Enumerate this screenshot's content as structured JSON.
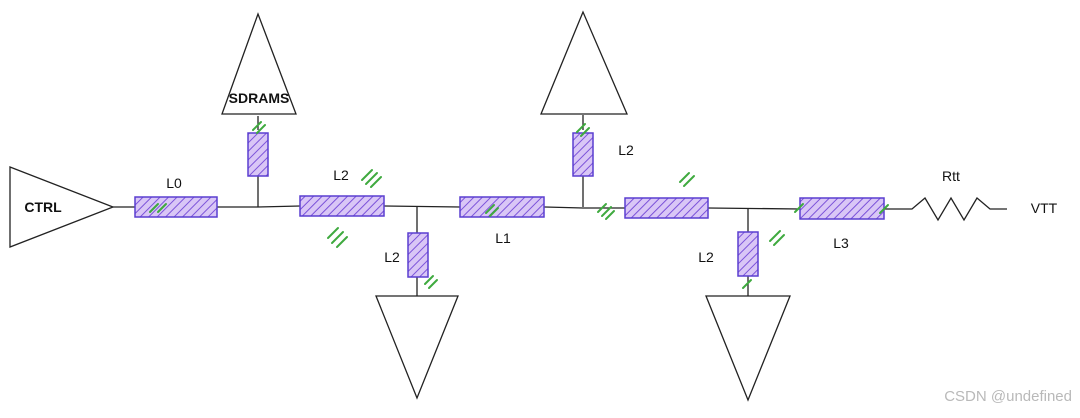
{
  "diagram": {
    "driver_label": "CTRL",
    "sdram_label": "SDRAMS",
    "segments": {
      "l0": "L0",
      "l1": "L1",
      "l2_a": "L2",
      "l2_b": "L2",
      "l2_c": "L2",
      "l2_d": "L2",
      "l3": "L3"
    },
    "resistor_label": "Rtt",
    "termination_label": "VTT",
    "watermark": "CSDN @undefined"
  },
  "colors": {
    "line": "#222222",
    "segment_fill": "#c7a6f0",
    "segment_stroke": "#5a3fd0",
    "hatch": "#7b52d9",
    "marker": "#3faa3f",
    "watermark": "#b9b9b9"
  }
}
